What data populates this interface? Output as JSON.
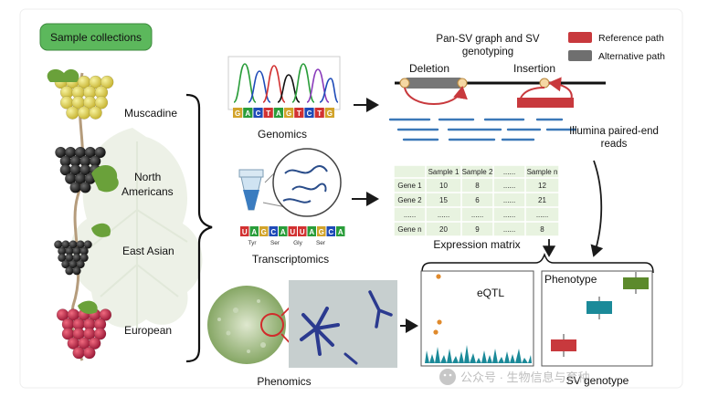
{
  "sample_collections_label": "Sample collections",
  "groups": [
    "Muscadine",
    "North Americans",
    "East Asian",
    "European"
  ],
  "omics": {
    "genomics": "Genomics",
    "transcriptomics": "Transcriptomics",
    "phenomics": "Phenomics"
  },
  "dna_sequence": [
    "G",
    "A",
    "C",
    "T",
    "A",
    "G",
    "T",
    "C",
    "T",
    "G"
  ],
  "rna_sequence": [
    "U",
    "A",
    "G",
    "C",
    "A",
    "U",
    "U",
    "A",
    "G",
    "C",
    "A"
  ],
  "amino_acids": [
    "Tyr",
    "Ser",
    "Gly",
    "Ser"
  ],
  "pan_sv": {
    "title": "Pan-SV graph and SV genotyping",
    "deletion": "Deletion",
    "insertion": "Insertion",
    "legend": [
      {
        "label": "Reference path",
        "color": "#c8393d"
      },
      {
        "label": "Alternative path",
        "color": "#6f6f6f"
      }
    ]
  },
  "reads_label": "Illumina paired-end reads",
  "expression_matrix": {
    "label": "Expression matrix",
    "header": [
      "",
      "Sample 1",
      "Sample 2",
      "......",
      "Sample n"
    ],
    "rows": [
      [
        "Gene 1",
        "10",
        "8",
        "......",
        "12"
      ],
      [
        "Gene 2",
        "15",
        "6",
        "......",
        "21"
      ],
      [
        "......",
        "......",
        "......",
        "......",
        "......"
      ],
      [
        "Gene n",
        "20",
        "9",
        "......",
        "8"
      ]
    ]
  },
  "eqtl_label": "eQTL",
  "phenotype_label": "Phenotype",
  "sv_genotype_label": "SV genotype",
  "watermark": "公众号 · 生物信息与育种",
  "colors": {
    "sample_box": "#5cb85c",
    "reference": "#c8393d",
    "alternative": "#6f6f6f",
    "reads": "#3b78b8",
    "table_bg": "#e8f3e0",
    "eqtl_peaks": "#1b8a99",
    "eqtl_dots": "#e08a2c",
    "box_red": "#c8393d",
    "box_teal": "#1b8a99",
    "box_green": "#5c8a2c"
  }
}
